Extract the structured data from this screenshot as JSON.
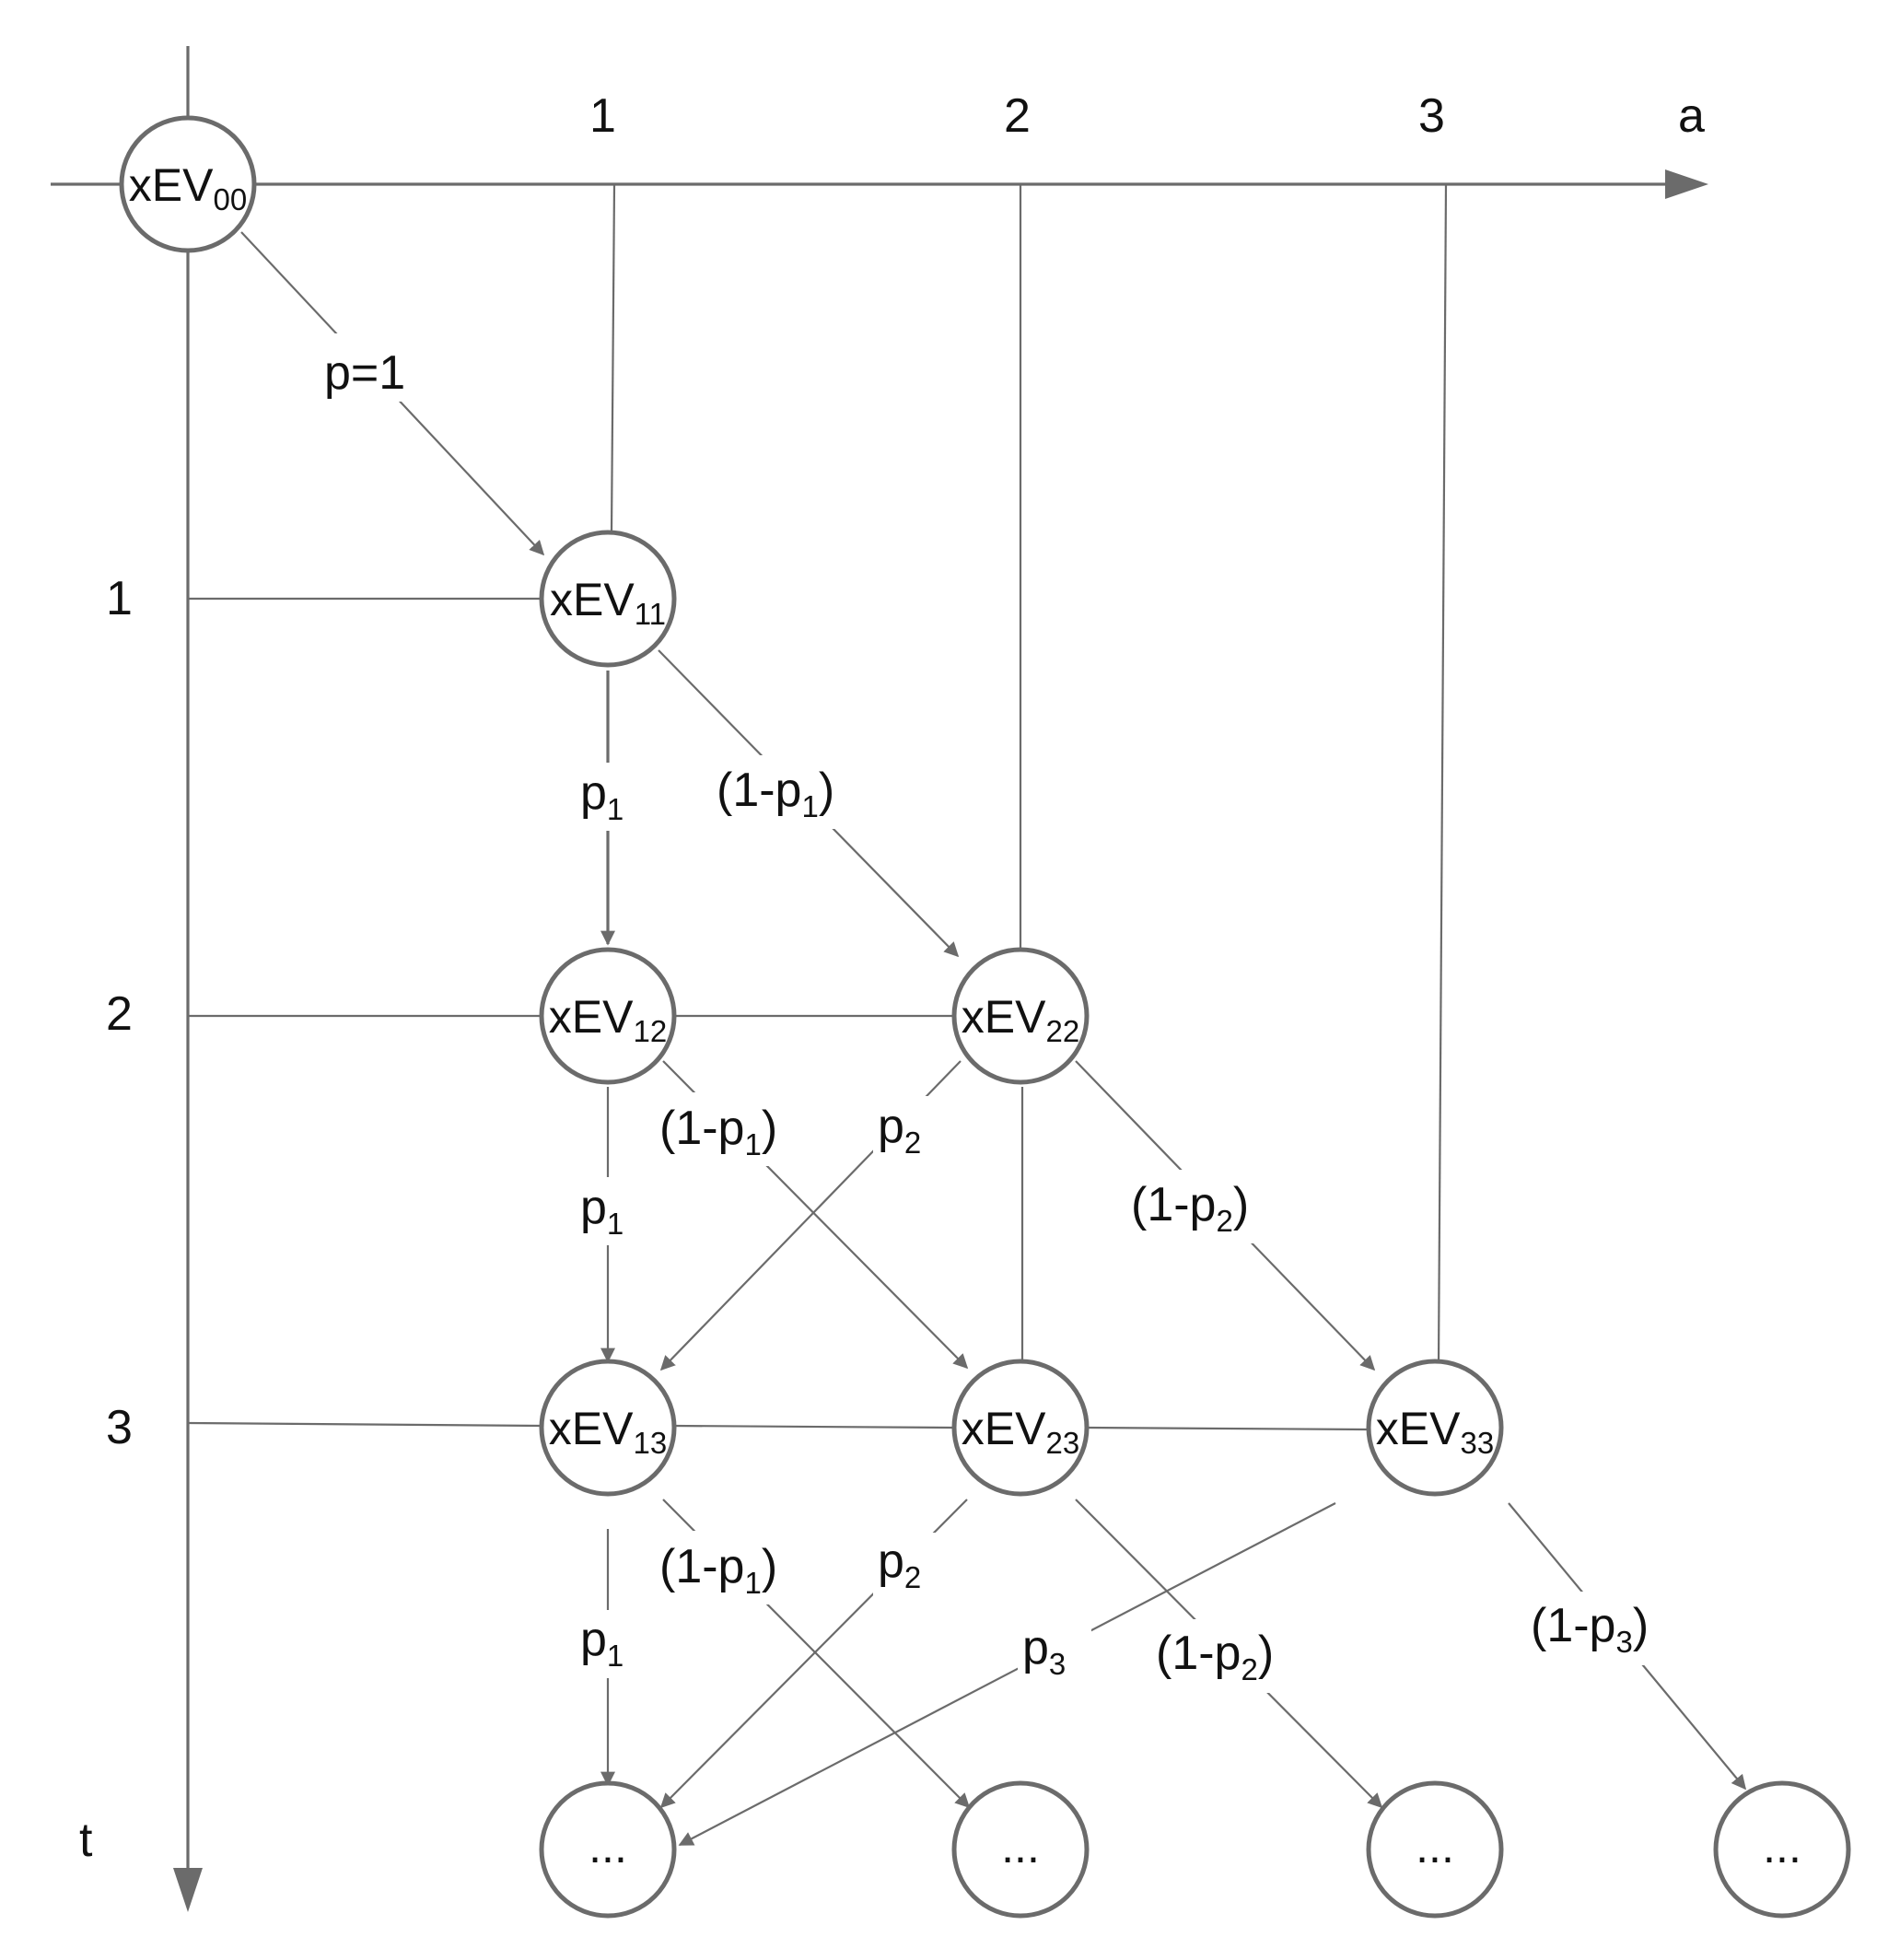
{
  "axes": {
    "horizontal": {
      "label": "a",
      "ticks": [
        "1",
        "2",
        "3"
      ]
    },
    "vertical": {
      "label": "t",
      "ticks": [
        "1",
        "2",
        "3"
      ]
    }
  },
  "nodes": [
    {
      "id": "n00",
      "base": "xEV",
      "sub": "00"
    },
    {
      "id": "n11",
      "base": "xEV",
      "sub": "11"
    },
    {
      "id": "n12",
      "base": "xEV",
      "sub": "12"
    },
    {
      "id": "n22",
      "base": "xEV",
      "sub": "22"
    },
    {
      "id": "n13",
      "base": "xEV",
      "sub": "13"
    },
    {
      "id": "n23",
      "base": "xEV",
      "sub": "23"
    },
    {
      "id": "n33",
      "base": "xEV",
      "sub": "33"
    },
    {
      "id": "f1",
      "text": "..."
    },
    {
      "id": "f2",
      "text": "..."
    },
    {
      "id": "f3",
      "text": "..."
    },
    {
      "id": "f4",
      "text": "..."
    }
  ],
  "edges": [
    {
      "id": "e_00_11",
      "pre": "p=1",
      "sub": "",
      "post": ""
    },
    {
      "id": "e_11_12",
      "pre": "p",
      "sub": "1",
      "post": ""
    },
    {
      "id": "e_11_22",
      "pre": "(1-p",
      "sub": "1",
      "post": ")"
    },
    {
      "id": "e_12_13",
      "pre": "p",
      "sub": "1",
      "post": ""
    },
    {
      "id": "e_12_23",
      "pre": "(1-p",
      "sub": "1",
      "post": ")"
    },
    {
      "id": "e_22_13",
      "pre": "p",
      "sub": "2",
      "post": ""
    },
    {
      "id": "e_22_33",
      "pre": "(1-p",
      "sub": "2",
      "post": ")"
    },
    {
      "id": "e_13_f1",
      "pre": "p",
      "sub": "1",
      "post": ""
    },
    {
      "id": "e_13_f2",
      "pre": "(1-p",
      "sub": "1",
      "post": ")"
    },
    {
      "id": "e_23_f1",
      "pre": "p",
      "sub": "2",
      "post": ""
    },
    {
      "id": "e_23_f3",
      "pre": "(1-p",
      "sub": "2",
      "post": ")"
    },
    {
      "id": "e_33_f1",
      "pre": "p",
      "sub": "3",
      "post": ""
    },
    {
      "id": "e_33_f4",
      "pre": "(1-p",
      "sub": "3",
      "post": ")"
    }
  ]
}
